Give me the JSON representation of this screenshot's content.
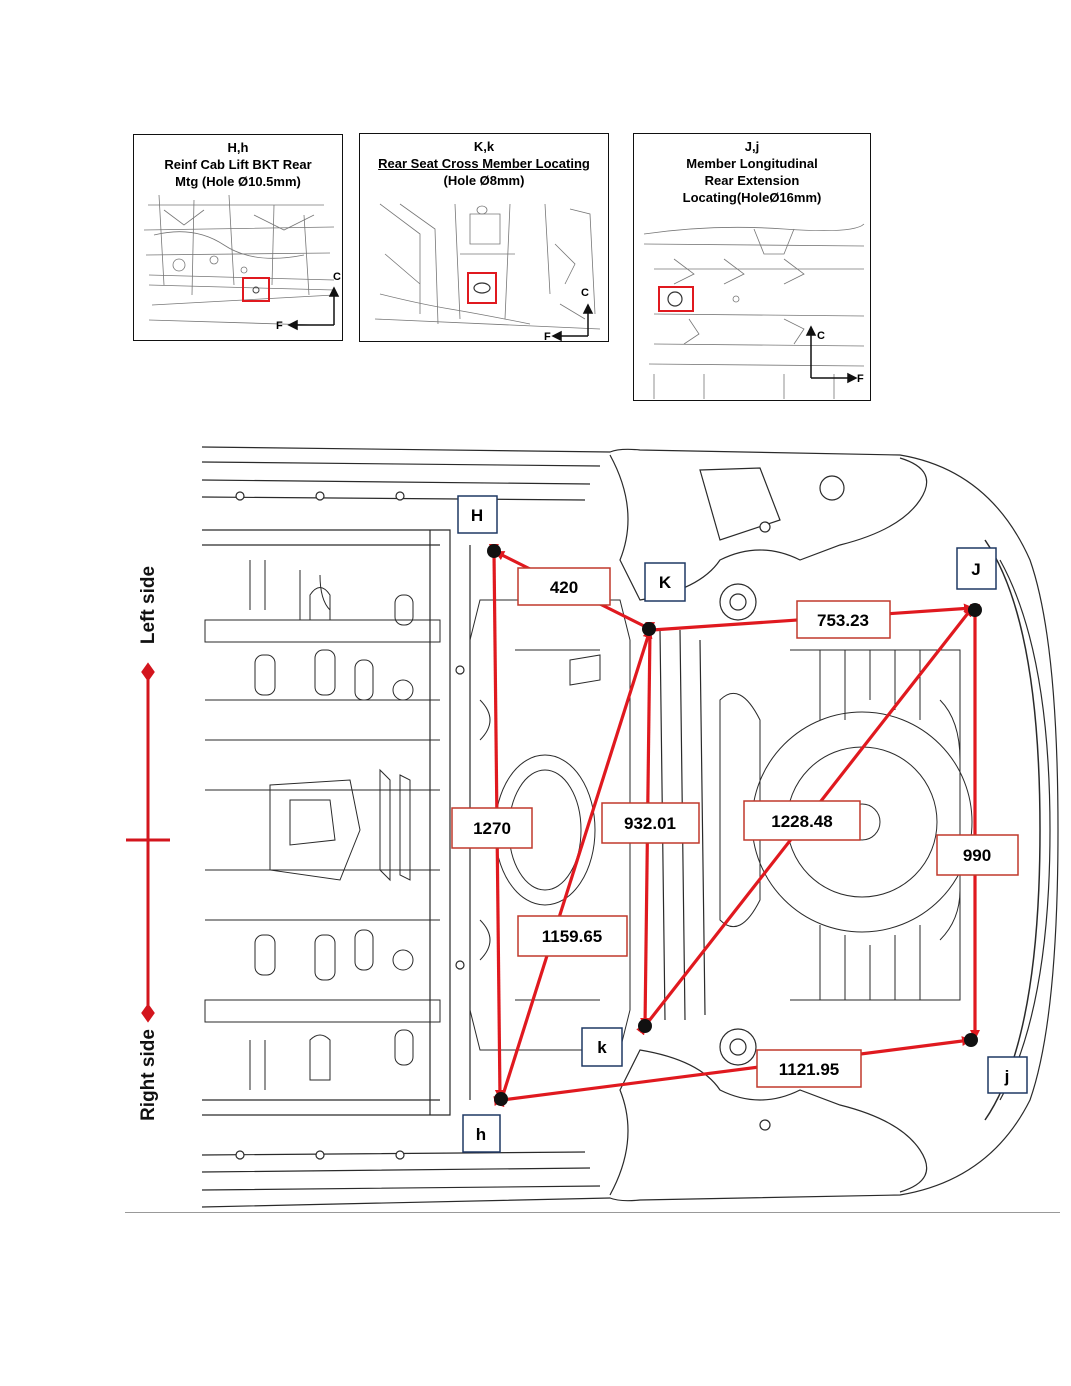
{
  "details": [
    {
      "id": "H,h",
      "caption_lines": [
        "H,h",
        "Reinf Cab Lift BKT Rear",
        "Mtg (Hole Ø10.5mm)"
      ],
      "axis_labels": {
        "c": "C",
        "f": "F"
      }
    },
    {
      "id": "K,k",
      "caption_lines": [
        "K,k",
        "Rear Seat Cross Member Locating",
        "(Hole Ø8mm)"
      ],
      "axis_labels": {
        "c": "C",
        "f": "F"
      }
    },
    {
      "id": "J,j",
      "caption_lines": [
        "J,j",
        "Member Longitudinal",
        "Rear Extension",
        "Locating(HoleØ16mm)"
      ],
      "axis_labels": {
        "c": "C",
        "f": "F"
      }
    }
  ],
  "points": {
    "H": "H",
    "K": "K",
    "J": "J",
    "h": "h",
    "k": "k",
    "j": "j"
  },
  "measurements": {
    "H_K": "420",
    "K_J": "753.23",
    "H_h": "1270",
    "K_k": "932.01",
    "k_J": "1228.48",
    "J_j": "990",
    "h_K": "1159.65",
    "h_j": "1121.95"
  },
  "side_labels": {
    "left": "Left side",
    "right": "Right side"
  },
  "colors": {
    "dimension_arrow": "#e0191f",
    "label_border": "#c0392b",
    "point_label_border": "#1f3864"
  }
}
